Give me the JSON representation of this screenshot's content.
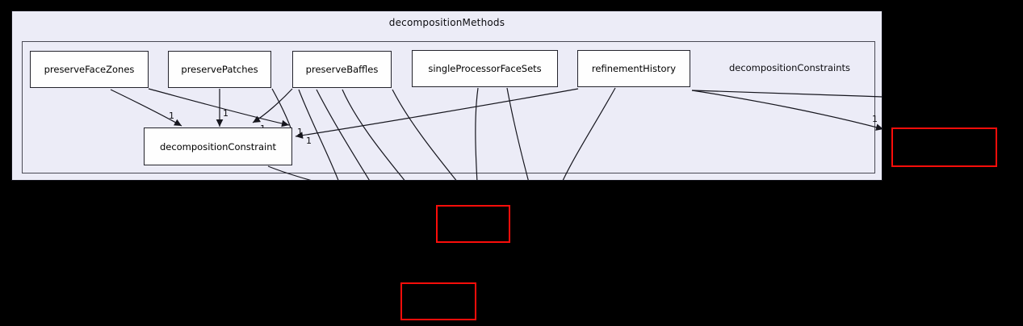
{
  "outer_cluster": {
    "label": "decompositionMethods"
  },
  "inner_cluster": {
    "label": "decompositionConstraints"
  },
  "nodes": {
    "preserveFaceZones": "preserveFaceZones",
    "preservePatches": "preservePatches",
    "preserveBaffles": "preserveBaffles",
    "singleProcessorFaceSets": "singleProcessorFaceSets",
    "refinementHistory": "refinementHistory",
    "decompositionConstraint": "decompositionConstraint"
  },
  "external_nodes": {
    "right": "",
    "middle": "",
    "bottom": ""
  },
  "edge_labels": [
    "1",
    "1",
    "1",
    "1",
    "1",
    "1"
  ],
  "colors": {
    "background": "#000000",
    "cluster_fill": "#ececf7",
    "node_fill": "#fefefe",
    "node_border": "#23232c",
    "external_border": "#fb0d0a",
    "edge": "#16161e"
  }
}
